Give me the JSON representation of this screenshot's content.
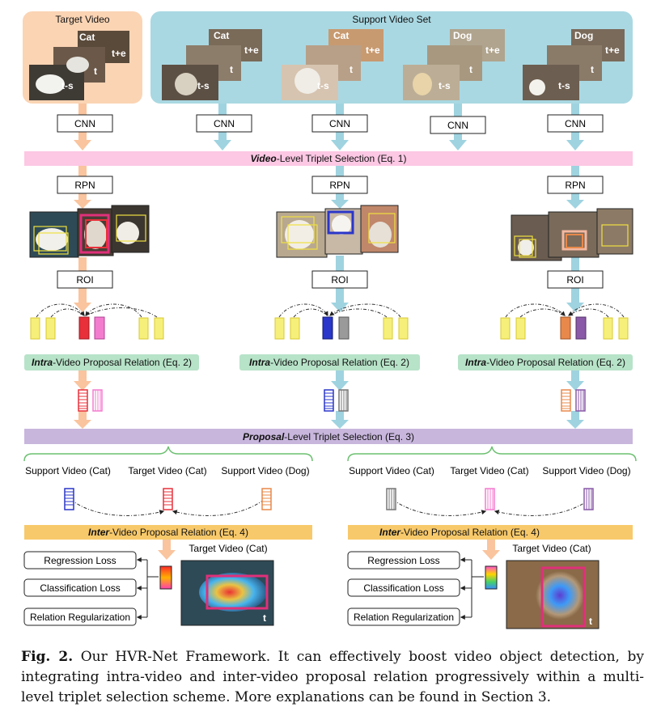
{
  "top": {
    "target_panel_title": "Target Video",
    "support_panel_title": "Support Video Set",
    "target_frames": [
      "Cat",
      "t+e",
      "t",
      "t-s"
    ],
    "support_groups": [
      {
        "labels": [
          "Cat",
          "t+e",
          "t",
          "t-s"
        ]
      },
      {
        "labels": [
          "Cat",
          "t+e",
          "t",
          "t-s"
        ]
      },
      {
        "labels": [
          "Dog",
          "t+e",
          "t",
          "t-s"
        ]
      },
      {
        "labels": [
          "Dog",
          "t+e",
          "t",
          "t-s"
        ]
      }
    ]
  },
  "modules": {
    "cnn": "CNN",
    "rpn": "RPN",
    "roi": "ROI"
  },
  "bands": {
    "video_level": {
      "emph": "Video",
      "rest": "-Level  Triplet  Selection (Eq. 1)"
    },
    "intra": {
      "emph": "Intra",
      "rest": "-Video Proposal Relation (Eq. 2)"
    },
    "proposal_level": {
      "emph": "Proposal",
      "rest": "-Level  Triplet  Selection (Eq. 3)"
    },
    "inter": {
      "emph": "Inter",
      "rest": "-Video Proposal Relation (Eq. 4)"
    }
  },
  "triplet_left": {
    "support_cat": "Support Video (Cat)",
    "target_cat": "Target Video (Cat)",
    "support_dog": "Support Video (Dog)"
  },
  "triplet_right": {
    "support_cat": "Support Video (Cat)",
    "target_cat": "Target Video (Cat)",
    "support_dog": "Support Video (Dog)"
  },
  "losses": {
    "regression": "Regression Loss",
    "classification": "Classification Loss",
    "relation": "Relation Regularization",
    "target_video_cat": "Target Video (Cat)",
    "frame_t": "t"
  },
  "caption": {
    "label": "Fig. 2.",
    "text": " Our HVR-Net Framework. It can effectively boost video object detection, by integrating intra-video and inter-video proposal relation progressively within a multi-level triplet selection scheme. More explanations can be found in Section 3."
  },
  "colors": {
    "target_panel": "#fbd4b4",
    "support_panel": "#a9d8e2",
    "orange_arrow": "#f9c49e",
    "blue_arrow": "#9fd3e0",
    "video_band": "#fcc8e4",
    "intra_band": "#b7e3c8",
    "proposal_band": "#c8b6dd",
    "inter_band": "#f8c96a",
    "proposal_yellow": "#f6f07a",
    "red": "#e8303a",
    "pink": "#f47ccf",
    "blue": "#2a36c9",
    "gray": "#9a9a9a",
    "orange": "#e8884a",
    "purple": "#8a5aa8"
  }
}
